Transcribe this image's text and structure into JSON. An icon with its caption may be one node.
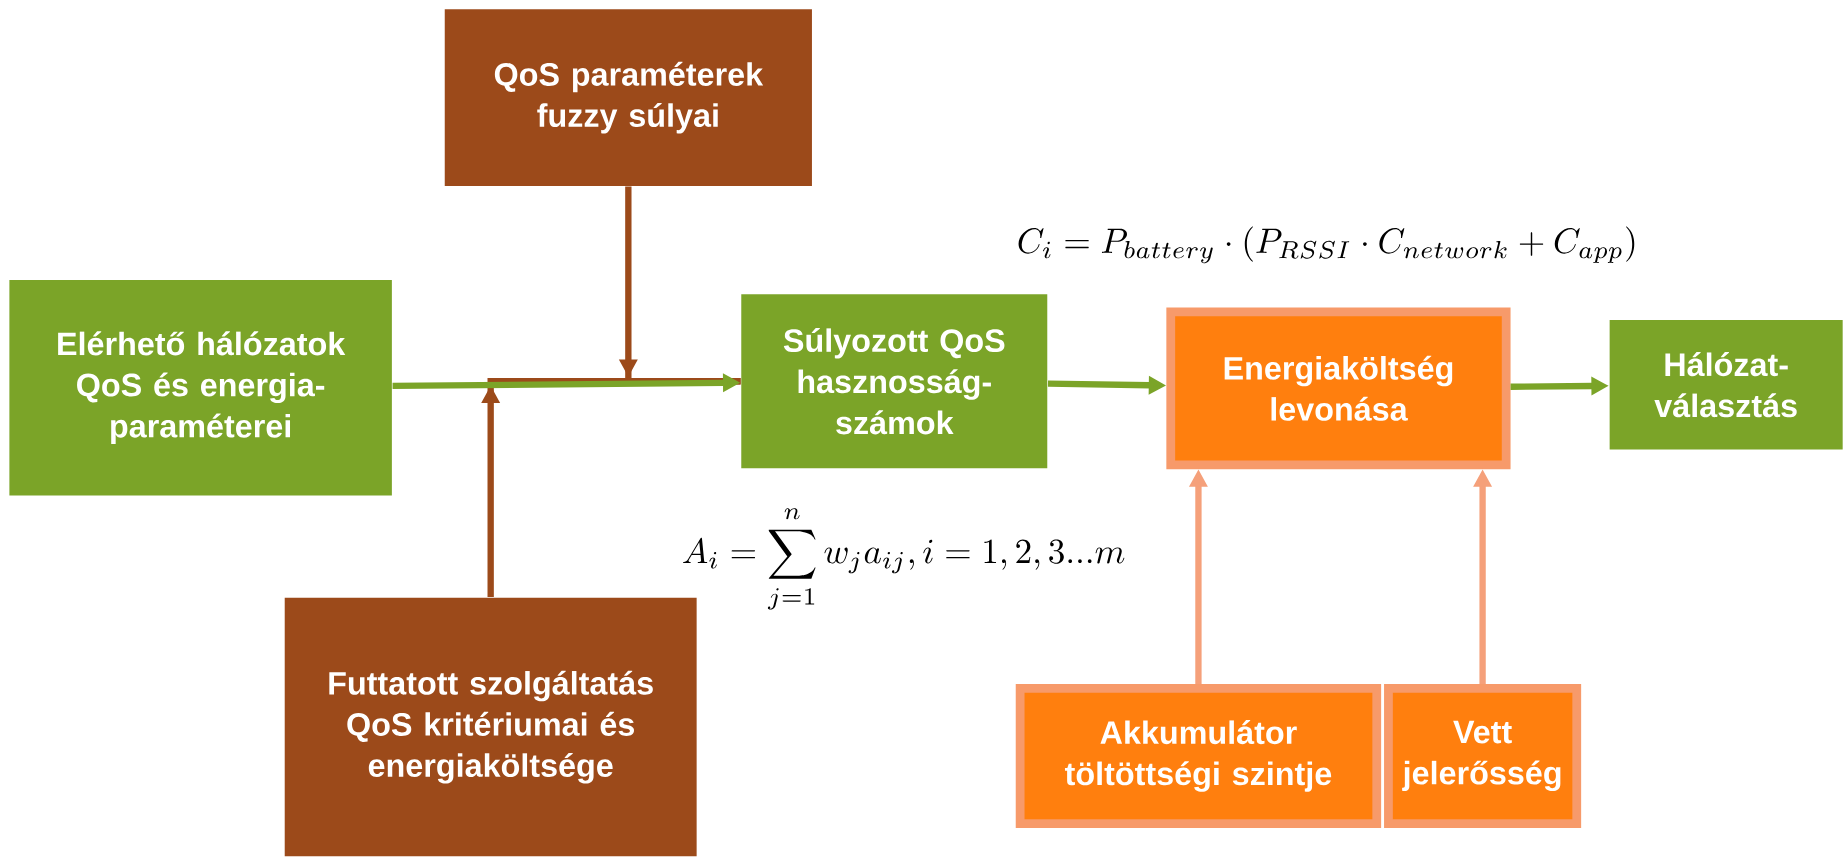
{
  "diagram": {
    "nodes": [
      {
        "text": [
          "Elérhető hálózatok QoS és energia-paraméterei"
        ]
      },
      {
        "text": [
          "QoS paraméterek fuzzy súlyai"
        ]
      },
      {
        "text": [
          "Futtatott szolgáltatás QoS kritériumai és energiaköltsége"
        ]
      },
      {
        "text": [
          "Súlyozott QoS hasznosság-számok"
        ]
      },
      {
        "text": [
          "Energiaköltség levonása"
        ]
      },
      {
        "text": [
          "Hálózat-választás"
        ]
      },
      {
        "text": [
          "Akkumulátor töltöttségi szintje"
        ]
      },
      {
        "text": [
          "Vett jelerősség"
        ]
      }
    ],
    "edges": [
      {
        "from": 0,
        "to": 3,
        "arrow": "to"
      },
      {
        "from": 1,
        "to": 3,
        "arrow": "to",
        "color": "#9c4a1a"
      },
      {
        "from": 2,
        "to": 3,
        "arrow": "to",
        "color": "#9c4a1a"
      },
      {
        "from": 3,
        "to": 4,
        "arrow": "to"
      },
      {
        "from": 4,
        "to": 5,
        "arrow": "to"
      },
      {
        "from": 6,
        "to": 4,
        "arrow": "to",
        "color": "#f5a07a"
      },
      {
        "from": 7,
        "to": 4,
        "arrow": "to",
        "color": "#f5a07a"
      }
    ],
    "labels": [
      "C_i = P_{battery} \\cdot (P_{RSSI} \\cdot C_{network} + C_{app})",
      "A_i = \\sum_{j=1}^{n} w_j a_{ij}, i = 1, 2, 3 ... m"
    ]
  }
}
